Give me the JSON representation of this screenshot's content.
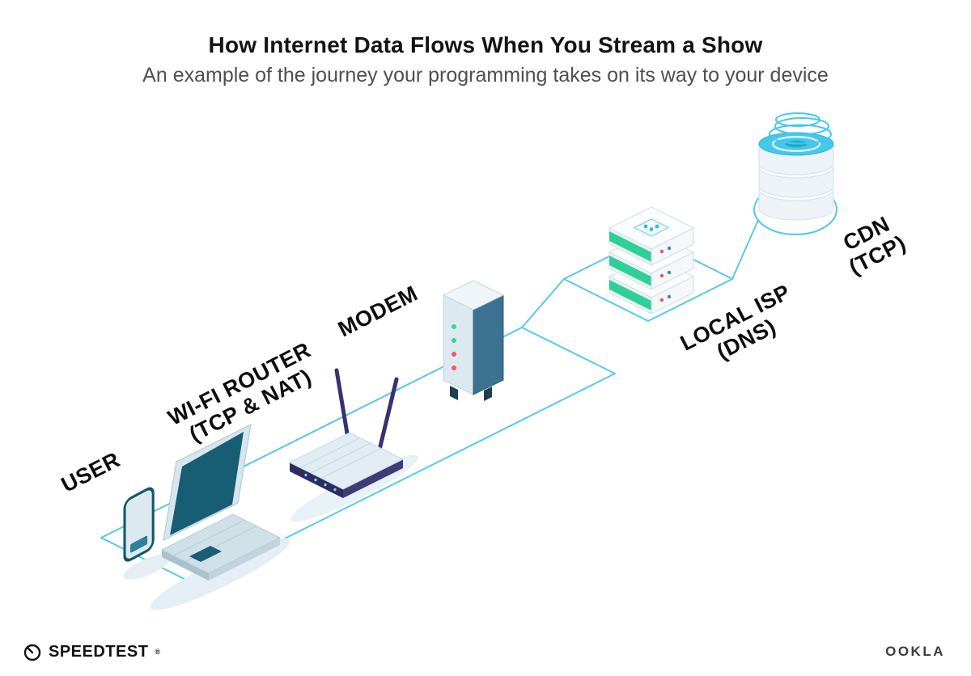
{
  "header": {
    "title": "How Internet Data Flows When You Stream a Show",
    "subtitle": "An example of the journey your programming takes on its way to your device"
  },
  "nodes": {
    "user": {
      "label": "USER"
    },
    "wifi_router": {
      "label_line1": "WI-FI ROUTER",
      "label_line2": "(TCP & NAT)"
    },
    "modem": {
      "label": "MODEM"
    },
    "local_isp": {
      "label_line1": "LOCAL ISP",
      "label_line2": "(DNS)"
    },
    "cdn": {
      "label_line1": "CDN",
      "label_line2": "(TCP)"
    }
  },
  "footer": {
    "speedtest_label": "SPEEDTEST",
    "speedtest_mark": "®",
    "ookla_label": "OOKLA"
  },
  "colors": {
    "connection_line": "#55c9f0",
    "device_teal": "#175e74",
    "router_navy": "#2f2a60",
    "server_green": "#2fd095",
    "led_green": "#3ed489",
    "led_red": "#ef5a5a",
    "cdn_cyan": "#45c8ec"
  }
}
